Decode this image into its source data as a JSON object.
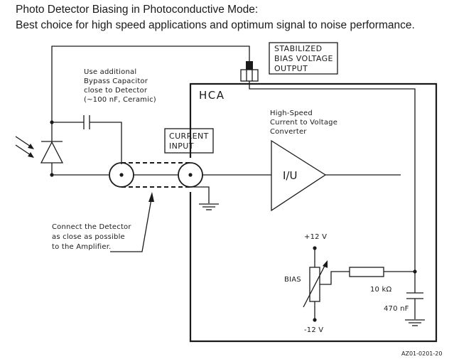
{
  "title": "Photo Detector Biasing in Photoconductive Mode:",
  "subtitle": "Best choice for high speed applications and optimum signal to noise performance.",
  "labels": {
    "stabilized": [
      "STABILIZED",
      "BIAS VOLTAGE",
      "OUTPUT"
    ],
    "hca": "HCA",
    "bypass": [
      "Use additional",
      "Bypass Capacitor",
      "close to Detector",
      "(~100 nF, Ceramic)"
    ],
    "current_input": [
      "CURRENT",
      "INPUT"
    ],
    "converter": [
      "High-Speed",
      "Current to Voltage",
      "Converter"
    ],
    "amp": "I/U",
    "connect_note": [
      "Connect the Detector",
      "as close as possible",
      "to the Amplifier."
    ],
    "plus12": "+12 V",
    "bias": "BIAS",
    "resistor": "10 kΩ",
    "minus12": "-12 V",
    "capacitor": "470 nF",
    "ref": "AZ01-0201-20"
  }
}
